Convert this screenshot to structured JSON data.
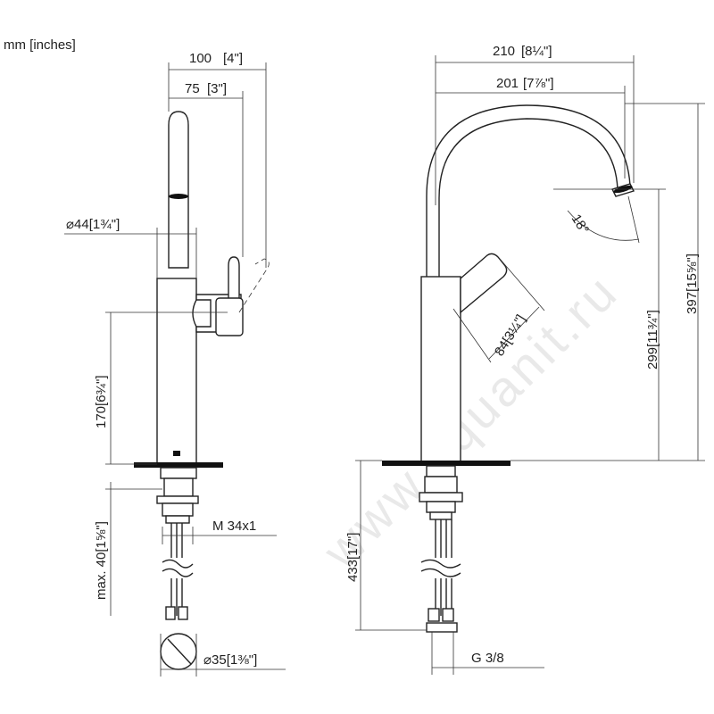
{
  "units_label": "mm [inches]",
  "watermark": "www.aquanit.ru",
  "left_view": {
    "width_100": "100",
    "width_100_in": "4\"",
    "width_75": "75",
    "width_75_in": "3\"",
    "diameter_44_sym": "⌀",
    "diameter_44": "44",
    "diameter_44_in": "1¾\"",
    "height_170": "170",
    "height_170_in": "6¾\"",
    "thread_label": "M 34x1",
    "max40_label": "max. 40",
    "max40_in": "1⅝\"",
    "diameter_35_sym": "⌀",
    "diameter_35": "35",
    "diameter_35_in": "1⅜\""
  },
  "right_view": {
    "width_210": "210",
    "width_210_in": "8¼\"",
    "width_201": "201",
    "width_201_in": "7⅞\"",
    "angle_label": "18°",
    "lever_84": "84",
    "lever_84_in": "3¼\"",
    "height_299": "299",
    "height_299_in": "11¾\"",
    "height_397": "397",
    "height_397_in": "15⅝\"",
    "height_433": "433",
    "height_433_in": "17\"",
    "connection_label": "G 3/8"
  }
}
